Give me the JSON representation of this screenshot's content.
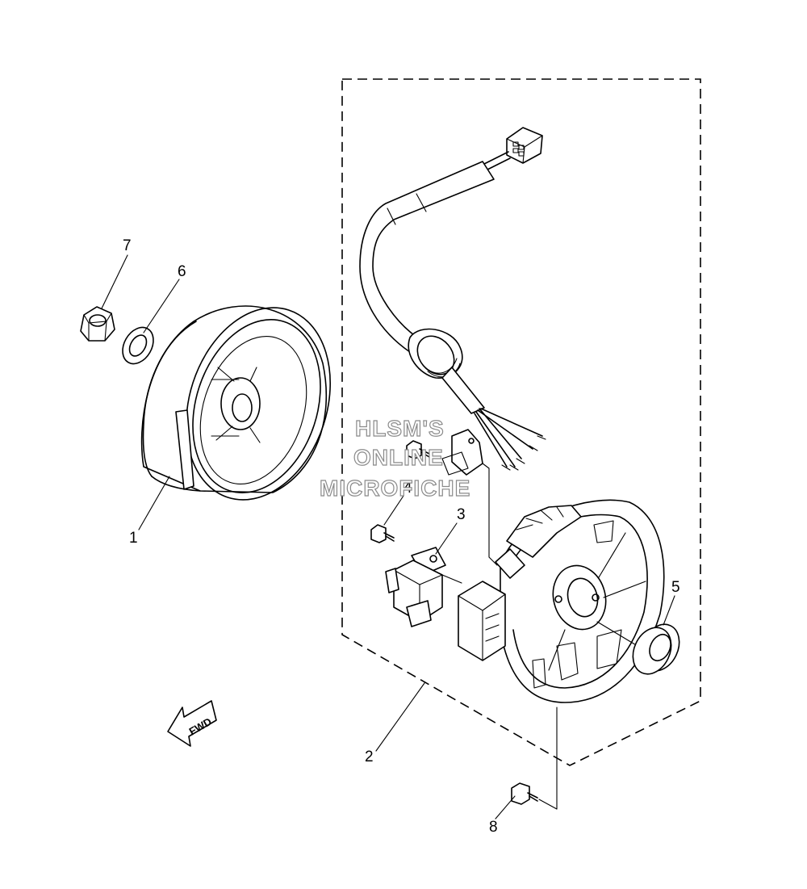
{
  "watermark": {
    "line1": "HLSM'S",
    "line2": "ONLINE",
    "line3": "MICROFICHE"
  },
  "direction_arrow": {
    "label": "FWD",
    "icon": "fwd-arrow-icon"
  },
  "callouts": [
    {
      "number": "1",
      "part": "flywheel-rotor"
    },
    {
      "number": "2",
      "part": "stator-assembly"
    },
    {
      "number": "3",
      "part": "pickup-coil"
    },
    {
      "number": "4",
      "part": "screw"
    },
    {
      "number": "5",
      "part": "oil-seal"
    },
    {
      "number": "6",
      "part": "washer"
    },
    {
      "number": "7",
      "part": "nut"
    },
    {
      "number": "8",
      "part": "screw"
    }
  ]
}
